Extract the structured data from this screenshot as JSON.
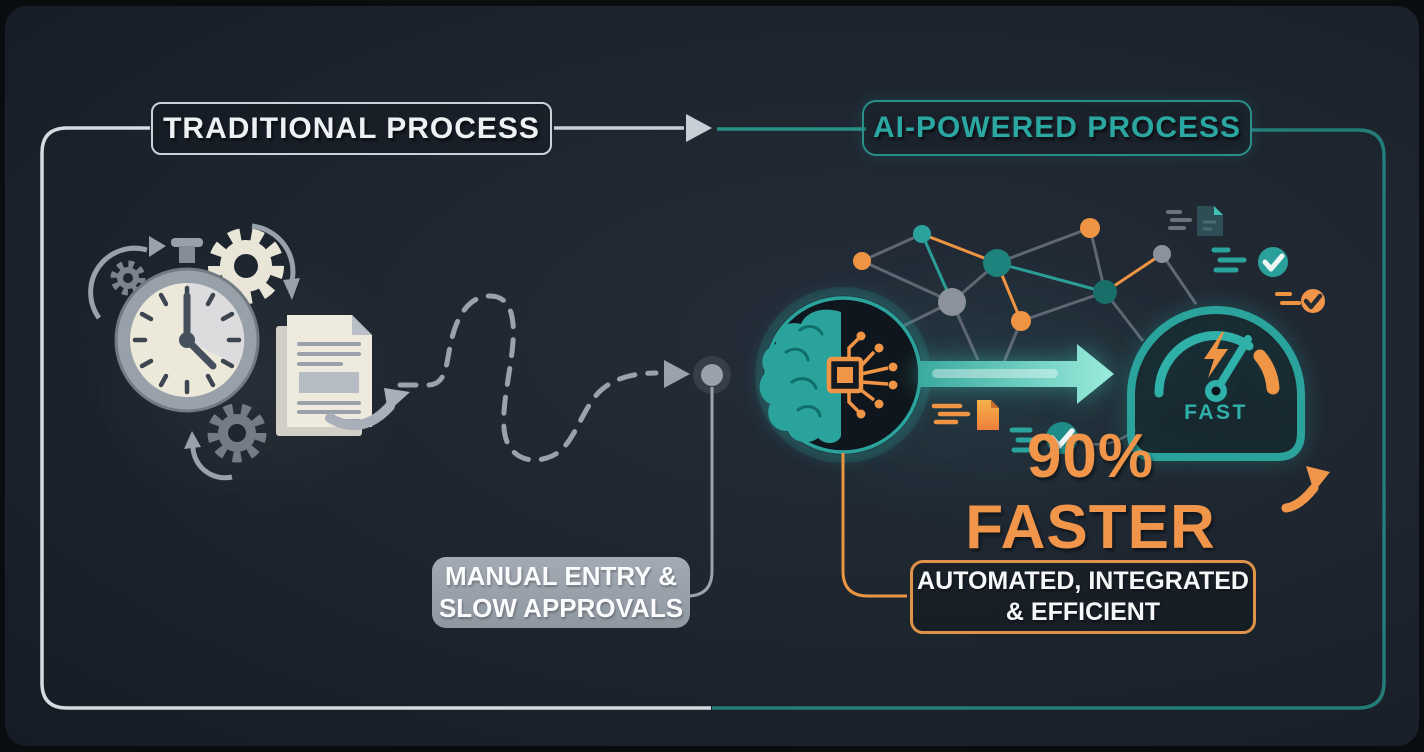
{
  "titles": {
    "traditional": "TRADITIONAL PROCESS",
    "ai": "AI-POWERED PROCESS"
  },
  "captions": {
    "manual_line1": "MANUAL ENTRY &",
    "manual_line2": "SLOW APPROVALS",
    "automated_line1": "AUTOMATED, INTEGRATED",
    "automated_line2": "& EFFICIENT"
  },
  "metrics": {
    "speed_improvement": "90% FASTER",
    "gauge_label": "FAST"
  },
  "icons": {
    "left_cluster": [
      "stopwatch-icon",
      "gear-small-icon",
      "gear-large-icon",
      "gear-bottom-icon",
      "cycle-arrow-icon",
      "paper-document-icon",
      "handoff-arrow-icon"
    ],
    "flow": [
      "dashed-path",
      "flow-arrowhead",
      "process-node",
      "node-connector"
    ],
    "right_cluster": [
      "ai-brain-chip-icon",
      "network-graph-icon",
      "speed-arrow-icon",
      "fast-document-icon",
      "check-circle-teal-icon",
      "check-circle-orange-icon",
      "fast-file-icon",
      "speedometer-icon",
      "lightning-icon",
      "growth-arrow-icon"
    ]
  },
  "colors": {
    "background": "#1e2630",
    "teal": "#2aa39c",
    "teal_frame": "#227d79",
    "orange": "#f0954a",
    "gray_frame": "#d6dbe1",
    "gray_box": "#9aa1ab",
    "edge_gray": "#5f6772",
    "node_gray": "#8b929b",
    "text_white": "#f2f4f6"
  }
}
